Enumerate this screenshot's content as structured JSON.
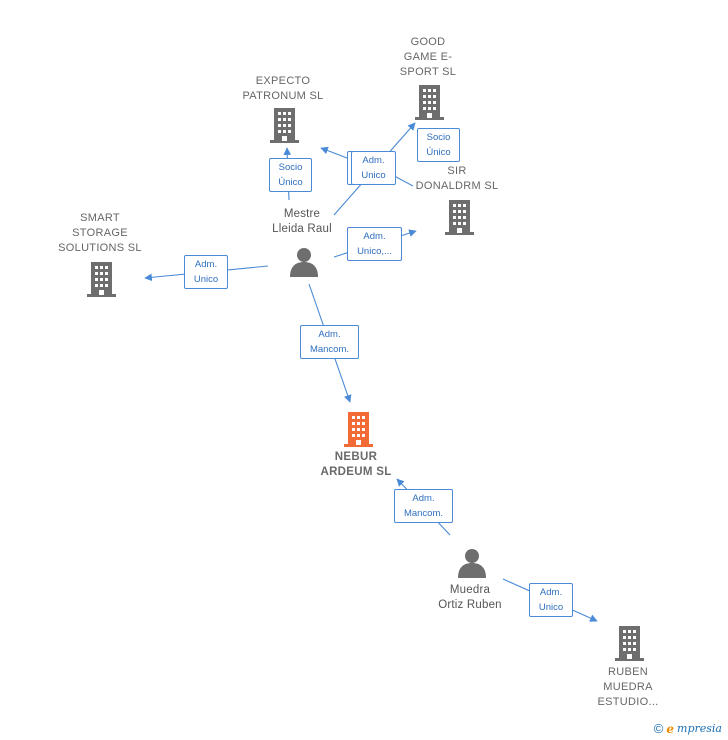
{
  "colors": {
    "edge": "#4a8ad6",
    "building": "#6e6e6e",
    "main_building": "#f26a35",
    "person": "#6e6e6e"
  },
  "nodes": {
    "expecto": {
      "lines": [
        "EXPECTO",
        "PATRONUM  SL"
      ],
      "icon": "building-icon"
    },
    "good_game": {
      "lines": [
        "GOOD",
        "GAME E-",
        "SPORT  SL"
      ],
      "icon": "building-icon"
    },
    "sir_donaldrm": {
      "lines": [
        "SIR",
        "DONALDRM  SL"
      ],
      "icon": "building-icon"
    },
    "smart_storage": {
      "lines": [
        "SMART",
        "STORAGE",
        "SOLUTIONS  SL"
      ],
      "icon": "building-icon"
    },
    "nebur_ardeum": {
      "lines": [
        "NEBUR",
        "ARDEUM  SL"
      ],
      "icon": "building-icon"
    },
    "ruben_muedra": {
      "lines": [
        "RUBEN",
        "MUEDRA",
        "ESTUDIO..."
      ],
      "icon": "building-icon"
    },
    "mestre": {
      "lines": [
        "Mestre",
        "Lleida Raul"
      ],
      "icon": "person-icon"
    },
    "muedra": {
      "lines": [
        "Muedra",
        "Ortiz Ruben"
      ],
      "icon": "person-icon"
    }
  },
  "edges": {
    "mestre_expecto": {
      "lines": [
        "Socio",
        "Único"
      ]
    },
    "mestre_expecto_adm": {
      "lines": [
        "Adm.",
        "Unico"
      ]
    },
    "mestre_good_game": {
      "lines": [
        "Socio",
        "Único"
      ]
    },
    "mestre_sir": {
      "lines": [
        "Adm.",
        "Unico,..."
      ]
    },
    "mestre_smart": {
      "lines": [
        "Adm.",
        "Unico"
      ]
    },
    "mestre_nebur": {
      "lines": [
        "Adm.",
        "Mancom."
      ]
    },
    "muedra_nebur": {
      "lines": [
        "Adm.",
        "Mancom."
      ]
    },
    "muedra_ruben": {
      "lines": [
        "Adm.",
        "Unico"
      ]
    }
  },
  "footer": {
    "copyright": "©",
    "brand_initial": "e",
    "brand_rest": "mpresia"
  }
}
